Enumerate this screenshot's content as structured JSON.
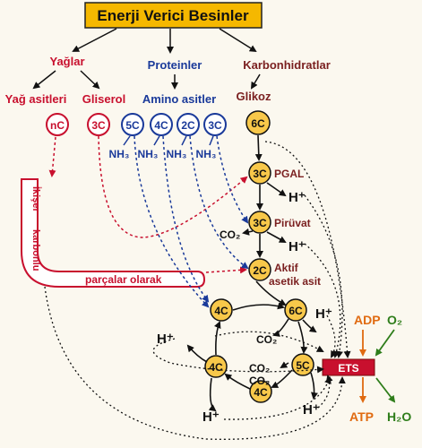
{
  "title": "Enerji Verici Besinler",
  "categories": {
    "fats": "Yağlar",
    "proteins": "Proteinler",
    "carbs": "Karbonhidratlar"
  },
  "fat_parts": {
    "fatty_acids": "Yağ asitleri",
    "glycerol": "Gliserol"
  },
  "amino_acids": "Amino asitler",
  "glucose": "Glikoz",
  "nodes": {
    "nC": "nC",
    "gly3C": "3C",
    "aa5C": "5C",
    "aa4C": "4C",
    "aa2C": "2C",
    "aa3C": "3C",
    "glu6C": "6C",
    "pgal3C": "3C",
    "piru3C": "3C",
    "acetyl2C": "2C",
    "k4C": "4C",
    "k6C": "6C",
    "k5C": "5C",
    "k4C2": "4C",
    "k4C3": "4C"
  },
  "ammonia": "NH₃",
  "ammonia_labels": [
    "NH₃",
    "NH₃",
    "NH₃",
    "NH₃"
  ],
  "labels": {
    "pgal": "PGAL",
    "pyruvate": "Pirüvat",
    "acetyl_1": "Aktif",
    "acetyl_2": "asetik asit",
    "two_carbon_1": "İkişer",
    "two_carbon_2": "karbonlu",
    "two_carbon_3": "parçalar olarak"
  },
  "hplus": [
    "H⁺",
    "H⁺",
    "H⁺",
    "H⁺",
    "H⁺",
    "H⁺"
  ],
  "co2": [
    "CO₂",
    "CO₂",
    "CO₂",
    "CO₂"
  ],
  "ets": "ETS",
  "adp": "ADP",
  "o2": "O₂",
  "atp": "ATP",
  "h2o": "H₂O",
  "colors": {
    "title_bg": "#f5b800",
    "red": "#c8102e",
    "blue": "#1a3a9a",
    "maroon": "#7a1f1f",
    "orange_node": "#f8c84a",
    "ets": "#c8102e",
    "green": "#2e7d1a"
  }
}
